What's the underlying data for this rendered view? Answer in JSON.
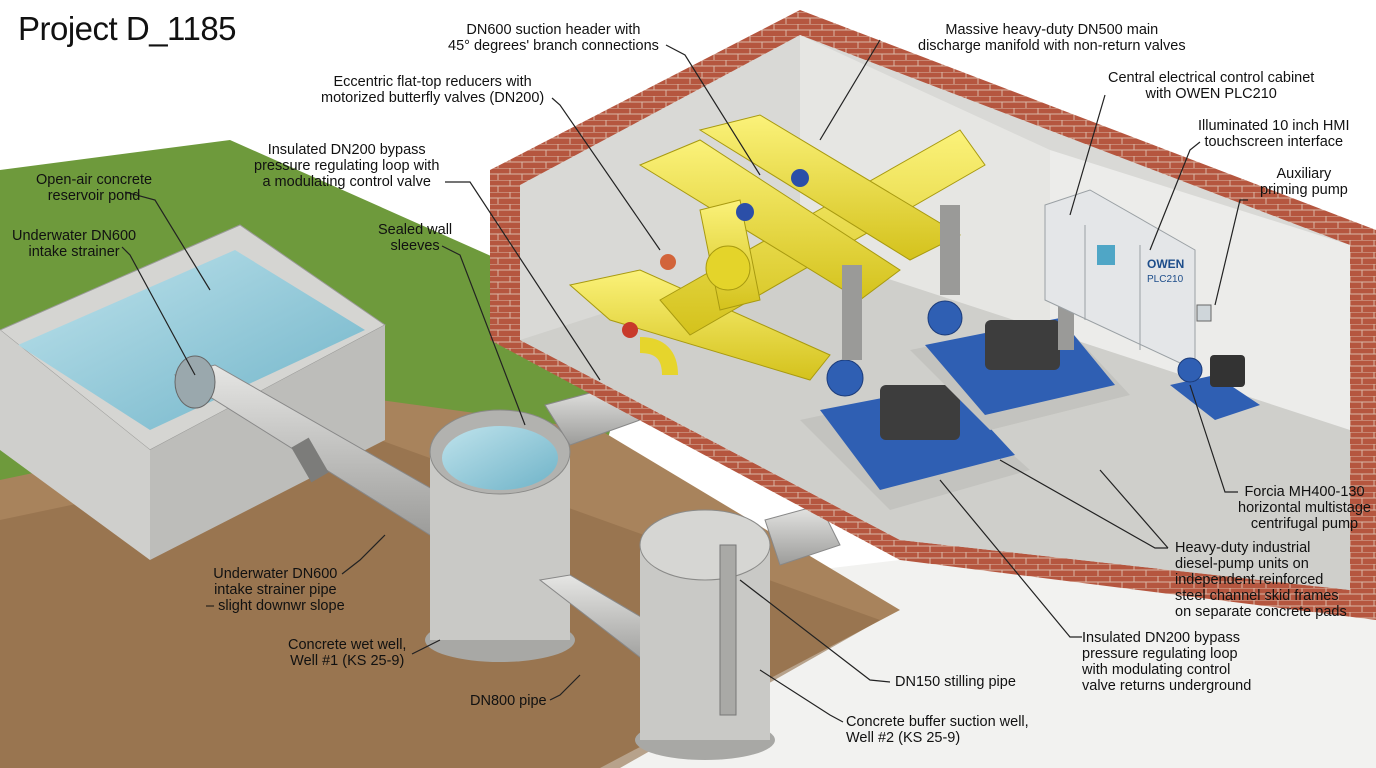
{
  "title": "Project D_1185",
  "callouts": {
    "suction_header": [
      "DN600 suction header with",
      "45° degrees' branch connections"
    ],
    "discharge_manifold": [
      "Massive heavy-duty DN500 main",
      "discharge manifold with non-return valves"
    ],
    "reducers": [
      "Eccentric flat-top reducers with",
      "motorized butterfly valves (DN200)"
    ],
    "control_cabinet": [
      "Central electrical control cabinet",
      "with OWEN PLC210"
    ],
    "hmi": [
      "Illuminated 10 inch HMI",
      "touchscreen interface"
    ],
    "bypass_loop": [
      "Insulated DN200 bypass",
      "pressure regulating loop with",
      "a modulating control valve"
    ],
    "priming_pump": [
      "Auxiliary",
      "priming pump"
    ],
    "reservoir": [
      "Open-air concrete",
      "reservoir pond"
    ],
    "intake_strainer": [
      "Underwater DN600",
      "intake strainer"
    ],
    "wall_sleeves": [
      "Sealed wall",
      "sleeves"
    ],
    "forcia_pump": [
      "Forcia MH400-130",
      "horizontal multistage",
      "centrifugal pump"
    ],
    "diesel_units": [
      "Heavy-duty industrial",
      "diesel-pump units on",
      "independent reinforced",
      "steel channel skid frames",
      "on separate concrete pads"
    ],
    "strainer_pipe": [
      "Underwater DN600",
      "intake strainer pipe",
      "– slight downwr slope"
    ],
    "bypass_return": [
      "Insulated DN200 bypass",
      "pressure regulating loop",
      "with modulating control",
      "valve returns underground"
    ],
    "wet_well": [
      "Concrete wet well,",
      "Well #1 (KS 25-9)"
    ],
    "stilling_pipe": [
      "DN150 stilling pipe"
    ],
    "dn800": [
      "DN800 pipe"
    ],
    "buffer_well": [
      "Concrete buffer suction well,",
      "Well #2 (KS 25-9)"
    ]
  },
  "cabinet_brand": [
    "OWEN",
    "PLC210"
  ],
  "colors": {
    "brick": "#b5563f",
    "grass": "#6e9a3c",
    "soil": "#a8835c",
    "concrete": "#c9c9c6",
    "water": "#8ec9d8",
    "yellow_pipe": "#f0e03a",
    "pump_blue": "#2f5fb3",
    "cabinet": "#e4e6e8"
  }
}
